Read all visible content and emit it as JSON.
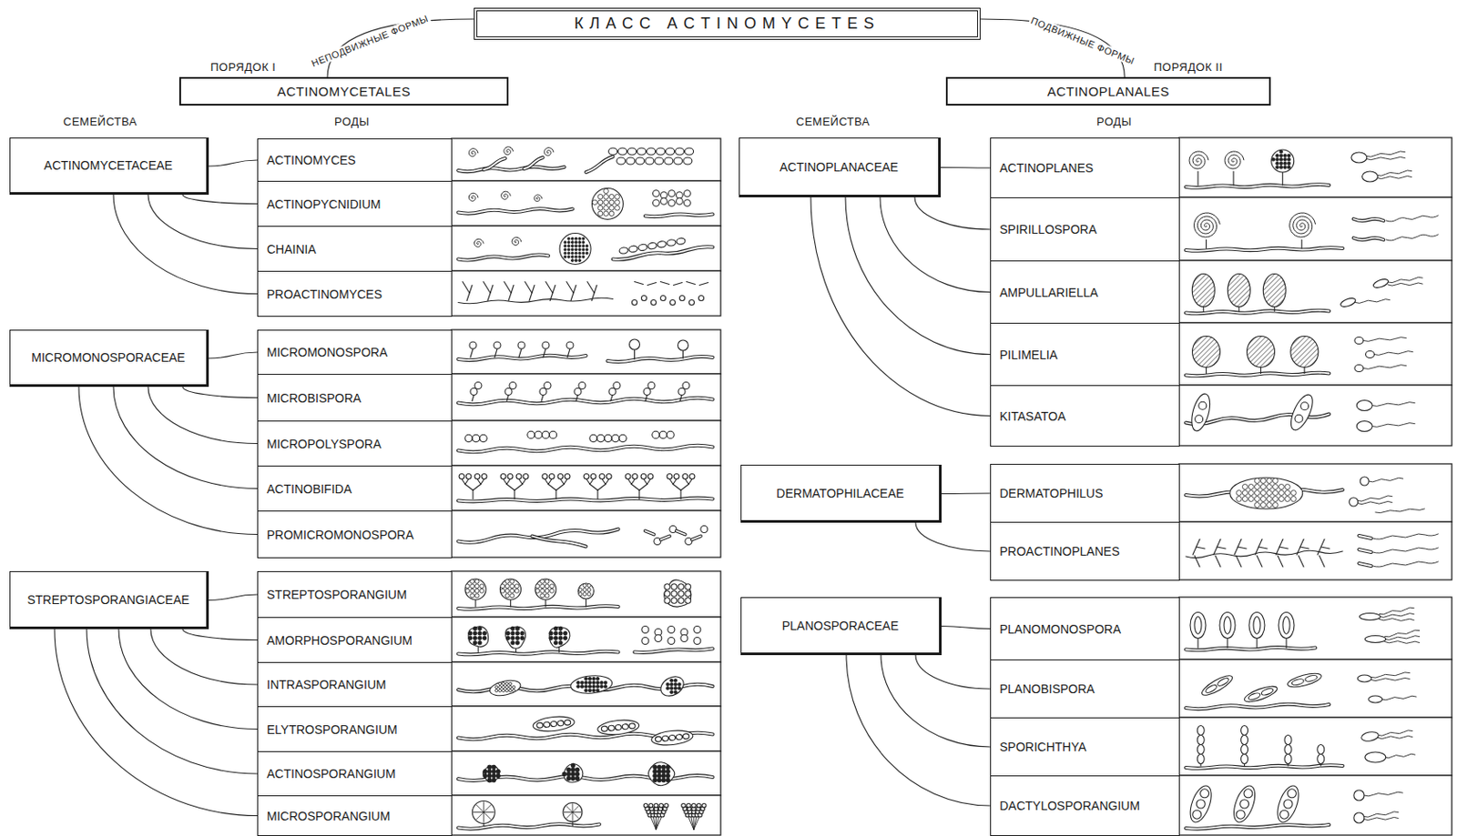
{
  "diagram": {
    "nodes": [
      {
        "text": [
          "КЛАСС ACTINOMYCETES"
        ]
      },
      {
        "text": [
          "ПОРЯДОК I",
          "ACTINOMYCETALES"
        ]
      },
      {
        "text": [
          "ПОРЯДОК II",
          "ACTINOPLANALES"
        ]
      },
      {
        "text": [
          "ACTINOMYCETACEAE"
        ]
      },
      {
        "text": [
          "ACTINOMYCES"
        ]
      },
      {
        "text": [
          "ACTINOPYCNIDIUM"
        ]
      },
      {
        "text": [
          "CHAINIA"
        ]
      },
      {
        "text": [
          "PROACTINOMYCES"
        ]
      },
      {
        "text": [
          "MICROMONOSPORACEAE"
        ]
      },
      {
        "text": [
          "MICROMONOSPORA"
        ]
      },
      {
        "text": [
          "MICROBISPORA"
        ]
      },
      {
        "text": [
          "MICROPOLYSPORA"
        ]
      },
      {
        "text": [
          "ACTINOBIFIDA"
        ]
      },
      {
        "text": [
          "PROMICROMONOSPORA"
        ]
      },
      {
        "text": [
          "STREPTOSPORANGIACEAE"
        ]
      },
      {
        "text": [
          "STREPTOSPORANGIUM"
        ]
      },
      {
        "text": [
          "AMORPHOSPORANGIUM"
        ]
      },
      {
        "text": [
          "INTRASPORANGIUM"
        ]
      },
      {
        "text": [
          "ELYTROSPORANGIUM"
        ]
      },
      {
        "text": [
          "ACTINOSPORANGIUM"
        ]
      },
      {
        "text": [
          "MICROSPORANGIUM"
        ]
      },
      {
        "text": [
          "ACTINOPLANACEAE"
        ]
      },
      {
        "text": [
          "ACTINOPLANES"
        ]
      },
      {
        "text": [
          "SPIRILLOSPORA"
        ]
      },
      {
        "text": [
          "AMPULLARIELLA"
        ]
      },
      {
        "text": [
          "PILIMELIA"
        ]
      },
      {
        "text": [
          "KITASATOA"
        ]
      },
      {
        "text": [
          "DERMATOPHILACEAE"
        ]
      },
      {
        "text": [
          "DERMATOPHILUS"
        ]
      },
      {
        "text": [
          "PROACTINOPLANES"
        ]
      },
      {
        "text": [
          "PLANOSPORACEAE"
        ]
      },
      {
        "text": [
          "PLANOMONOSPORA"
        ]
      },
      {
        "text": [
          "PLANOBISPORA"
        ]
      },
      {
        "text": [
          "SPORICHTHYA"
        ]
      },
      {
        "text": [
          "DACTYLOSPORANGIUM"
        ]
      }
    ],
    "edges": [
      {
        "from": 0,
        "to": 1,
        "arrow": "none",
        "label": "НЕПОДВИЖНЫЕ ФОРМЫ"
      },
      {
        "from": 0,
        "to": 2,
        "arrow": "none",
        "label": "ПОДВИЖНЫЕ ФОРМЫ"
      },
      {
        "from": 3,
        "to": 4,
        "arrow": "none"
      },
      {
        "from": 3,
        "to": 5,
        "arrow": "none"
      },
      {
        "from": 3,
        "to": 6,
        "arrow": "none"
      },
      {
        "from": 3,
        "to": 7,
        "arrow": "none"
      },
      {
        "from": 8,
        "to": 9,
        "arrow": "none"
      },
      {
        "from": 8,
        "to": 10,
        "arrow": "none"
      },
      {
        "from": 8,
        "to": 11,
        "arrow": "none"
      },
      {
        "from": 8,
        "to": 12,
        "arrow": "none"
      },
      {
        "from": 8,
        "to": 13,
        "arrow": "none"
      },
      {
        "from": 14,
        "to": 15,
        "arrow": "none"
      },
      {
        "from": 14,
        "to": 16,
        "arrow": "none"
      },
      {
        "from": 14,
        "to": 17,
        "arrow": "none"
      },
      {
        "from": 14,
        "to": 18,
        "arrow": "none"
      },
      {
        "from": 14,
        "to": 19,
        "arrow": "none"
      },
      {
        "from": 14,
        "to": 20,
        "arrow": "none"
      },
      {
        "from": 21,
        "to": 22,
        "arrow": "none"
      },
      {
        "from": 21,
        "to": 23,
        "arrow": "none"
      },
      {
        "from": 21,
        "to": 24,
        "arrow": "none"
      },
      {
        "from": 21,
        "to": 25,
        "arrow": "none"
      },
      {
        "from": 21,
        "to": 26,
        "arrow": "none"
      },
      {
        "from": 27,
        "to": 28,
        "arrow": "none"
      },
      {
        "from": 27,
        "to": 29,
        "arrow": "none"
      },
      {
        "from": 30,
        "to": 31,
        "arrow": "none"
      },
      {
        "from": 30,
        "to": 32,
        "arrow": "none"
      },
      {
        "from": 30,
        "to": 33,
        "arrow": "none"
      },
      {
        "from": 30,
        "to": 34,
        "arrow": "none"
      }
    ],
    "labels": [
      "СЕМЕЙСТВА",
      "РОДЫ",
      "СЕМЕЙСТВА",
      "РОДЫ"
    ]
  }
}
